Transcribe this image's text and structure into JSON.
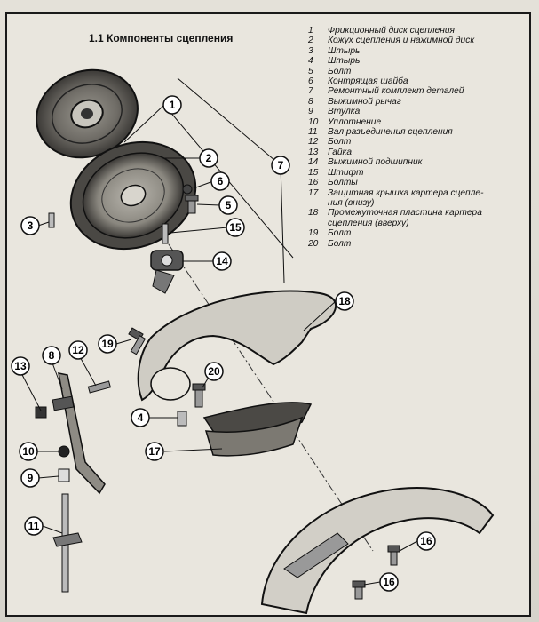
{
  "title": "1.1 Компоненты сцепления",
  "legend": [
    {
      "num": "1",
      "text": "Фрикционный диск сцепления"
    },
    {
      "num": "2",
      "text": "Кожух сцепления и нажимной диск"
    },
    {
      "num": "3",
      "text": "Штырь"
    },
    {
      "num": "4",
      "text": "Штырь"
    },
    {
      "num": "5",
      "text": "Болт"
    },
    {
      "num": "6",
      "text": "Контрящая шайба"
    },
    {
      "num": "7",
      "text": "Ремонтный комплект деталей"
    },
    {
      "num": "8",
      "text": "Выжимной рычаг"
    },
    {
      "num": "9",
      "text": "Втулка"
    },
    {
      "num": "10",
      "text": "Уплотнение"
    },
    {
      "num": "11",
      "text": "Вал разъединения сцепления"
    },
    {
      "num": "12",
      "text": "Болт"
    },
    {
      "num": "13",
      "text": "Гайка"
    },
    {
      "num": "14",
      "text": "Выжимной подшипник"
    },
    {
      "num": "15",
      "text": "Штифт"
    },
    {
      "num": "16",
      "text": "Болты"
    },
    {
      "num": "17",
      "text": "Защитная крышка картера сцепле-"
    },
    {
      "num": "",
      "text": "ния (внизу)"
    },
    {
      "num": "18",
      "text": "Промежуточная пластина картера"
    },
    {
      "num": "",
      "text": "сцепления (вверху)"
    },
    {
      "num": "19",
      "text": "Болт"
    },
    {
      "num": "20",
      "text": "Болт"
    }
  ],
  "callouts": {
    "c1": "1",
    "c2": "2",
    "c3": "3",
    "c4": "4",
    "c5": "5",
    "c6": "6",
    "c7": "7",
    "c8": "8",
    "c9": "9",
    "c10": "10",
    "c11": "11",
    "c12": "12",
    "c13": "13",
    "c14": "14",
    "c15": "15",
    "c16a": "16",
    "c16b": "16",
    "c17": "17",
    "c18": "18",
    "c19": "19",
    "c20": "20"
  }
}
